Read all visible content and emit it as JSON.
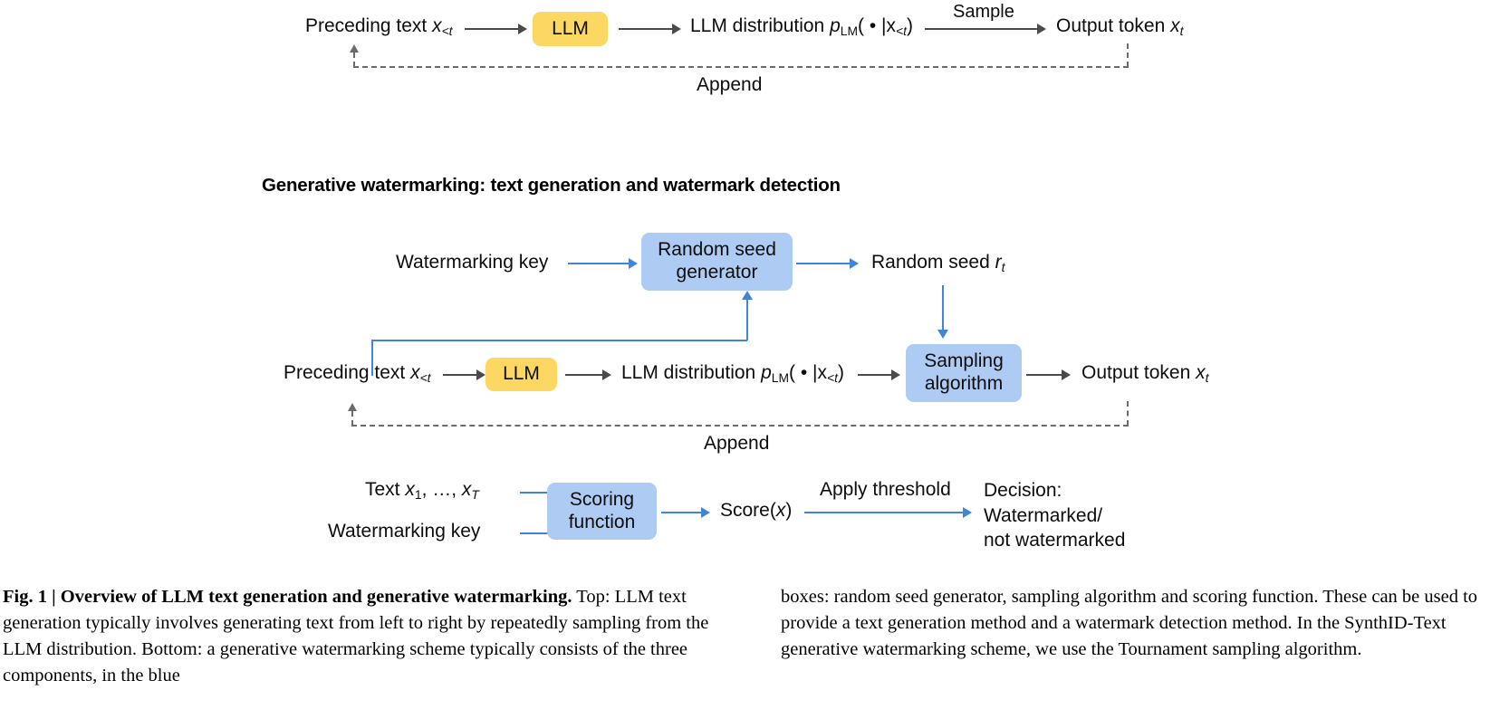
{
  "top_diagram": {
    "input_label_prefix": "Preceding text ",
    "input_label_var": "x",
    "input_label_sub": "<t",
    "llm_box": "LLM",
    "dist_prefix": "LLM distribution ",
    "dist_p": "p",
    "dist_p_sub": "LM",
    "dist_args": "( • |x",
    "dist_args_sub": "<t",
    "dist_close": ")",
    "sample_label": "Sample",
    "output_prefix": "Output token ",
    "output_var": "x",
    "output_sub": "t",
    "append_label": "Append"
  },
  "section": {
    "heading": "Generative watermarking: text generation and watermark detection"
  },
  "bottom_diagram": {
    "watermarking_key": "Watermarking key",
    "random_seed_generator": "Random seed\ngenerator",
    "random_seed_generator_line1": "Random seed",
    "random_seed_generator_line2": "generator",
    "random_seed_label_prefix": "Random seed ",
    "random_seed_var": "r",
    "random_seed_sub": "t",
    "input_label_prefix": "Preceding text ",
    "input_label_var": "x",
    "input_label_sub": "<t",
    "llm_box": "LLM",
    "dist_prefix": "LLM distribution ",
    "dist_p": "p",
    "dist_p_sub": "LM",
    "dist_args": "( • |x",
    "dist_args_sub": "<t",
    "dist_close": ")",
    "sampling_algorithm_line1": "Sampling",
    "sampling_algorithm_line2": "algorithm",
    "output_prefix": "Output token ",
    "output_var": "x",
    "output_sub": "t",
    "append_label": "Append"
  },
  "detection": {
    "text_label_prefix": "Text ",
    "text_var1": "x",
    "text_sub1": "1",
    "text_mid": ", …, ",
    "text_var2": "x",
    "text_sub2": "T",
    "watermarking_key": "Watermarking key",
    "scoring_function_line1": "Scoring",
    "scoring_function_line2": "function",
    "score_prefix": "Score(",
    "score_var": "x",
    "score_close": ")",
    "apply_threshold": "Apply threshold",
    "decision_line1": "Decision:",
    "decision_line2": "Watermarked/",
    "decision_line3": "not watermarked"
  },
  "caption": {
    "figure_label": "Fig. 1 | Overview of LLM text generation and generative watermarking.",
    "left_body": "Top: LLM text generation typically involves generating text from left to right by repeatedly sampling from the LLM distribution. Bottom: a generative watermarking scheme typically consists of the three components, in the blue",
    "right_body": "boxes: random seed generator, sampling algorithm and scoring function. These can be used to provide a text generation method and a watermark detection method. In the SynthID-Text generative watermarking scheme, we use the Tournament sampling algorithm."
  },
  "colors": {
    "llm_box": "#FCD862",
    "component_box": "#AECBF4",
    "blue_arrow": "#4285D8",
    "gray_arrow": "#4a4a4a",
    "dashed_arrow": "#6b6b6b",
    "text": "#0d0d0d"
  }
}
